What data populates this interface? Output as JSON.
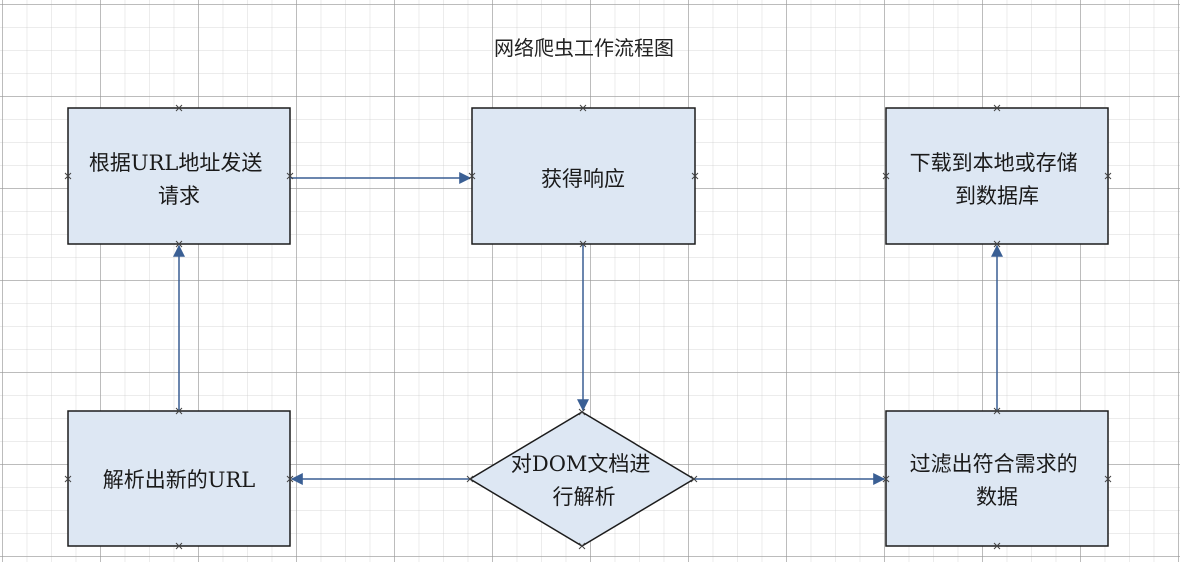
{
  "title": "网络爬虫工作流程图",
  "nodes": {
    "send_request": {
      "lines": [
        "根据URL地址发送",
        "请求"
      ]
    },
    "get_response": {
      "lines": [
        "获得响应"
      ]
    },
    "save": {
      "lines": [
        "下载到本地或存储",
        "到数据库"
      ]
    },
    "parse_url": {
      "lines": [
        "解析出新的URL"
      ]
    },
    "parse_dom": {
      "lines": [
        "对DOM文档进",
        "行解析"
      ]
    },
    "filter": {
      "lines": [
        "过滤出符合需求的",
        "数据"
      ]
    }
  },
  "colors": {
    "box_fill": "#dde7f3",
    "box_stroke": "#1c1c1c",
    "arrow": "#3a5f94",
    "handle": "#444444"
  }
}
